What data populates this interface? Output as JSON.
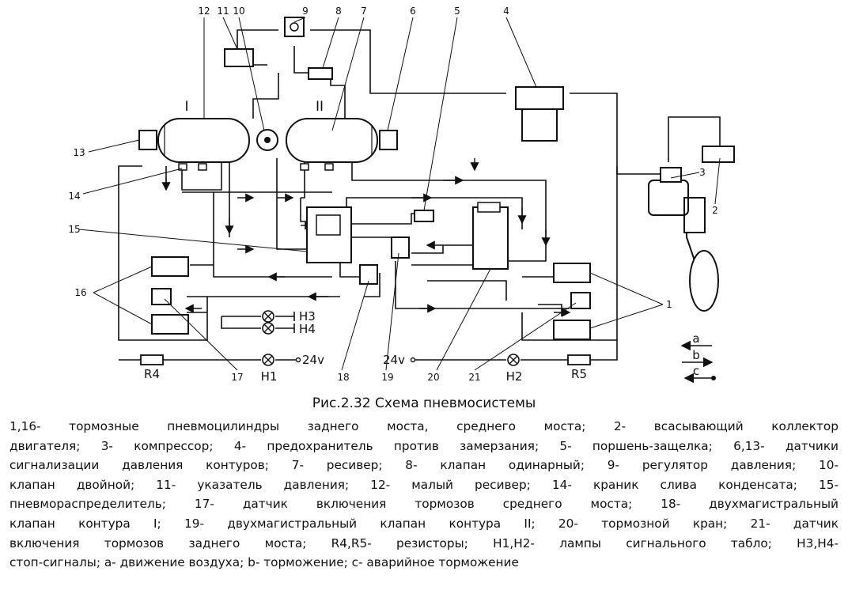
{
  "figure": {
    "caption": "Рис.2.32 Схема пневмосистемы",
    "callouts": [
      "12",
      "11",
      "10",
      "9",
      "8",
      "7",
      "6",
      "5",
      "4",
      "3",
      "2",
      "13",
      "14",
      "15",
      "16",
      "17",
      "18",
      "19",
      "20",
      "21",
      "1"
    ],
    "receiver_labels": [
      "I",
      "II"
    ],
    "lamps": [
      "H3",
      "H4",
      "H1",
      "H2"
    ],
    "resistors": [
      "R4",
      "R5"
    ],
    "voltage": "24v",
    "arrow_keys": [
      "a",
      "b",
      "c"
    ]
  },
  "legend_lines": [
    "1,16- тормозные пневмоцилиндры заднего моста, среднего моста; 2- всасывающий коллектор",
    "двигателя; 3- компрессор; 4- предохранитель против замерзания; 5- поршень-защелка; 6,13- датчики",
    "сигнализации давления контуров; 7- ресивер; 8- клапан одинарный; 9- регулятор давления; 10-",
    "клапан двойной; 11- указатель давления; 12- малый ресивер; 14- краник слива конденсата; 15-",
    "пневмораспределитель; 17- датчик включения тормозов среднего моста; 18- двухмагистральный",
    "клапан контура I; 19- двухмагистральный клапан контура II; 20- тормозной кран; 21- датчик",
    "включения тормозов заднего моста; R4,R5- резисторы; H1,H2- лампы сигнального табло; H3,H4-",
    "стоп-сигналы; a- движение воздуха; b- торможение; c- аварийное торможение"
  ]
}
